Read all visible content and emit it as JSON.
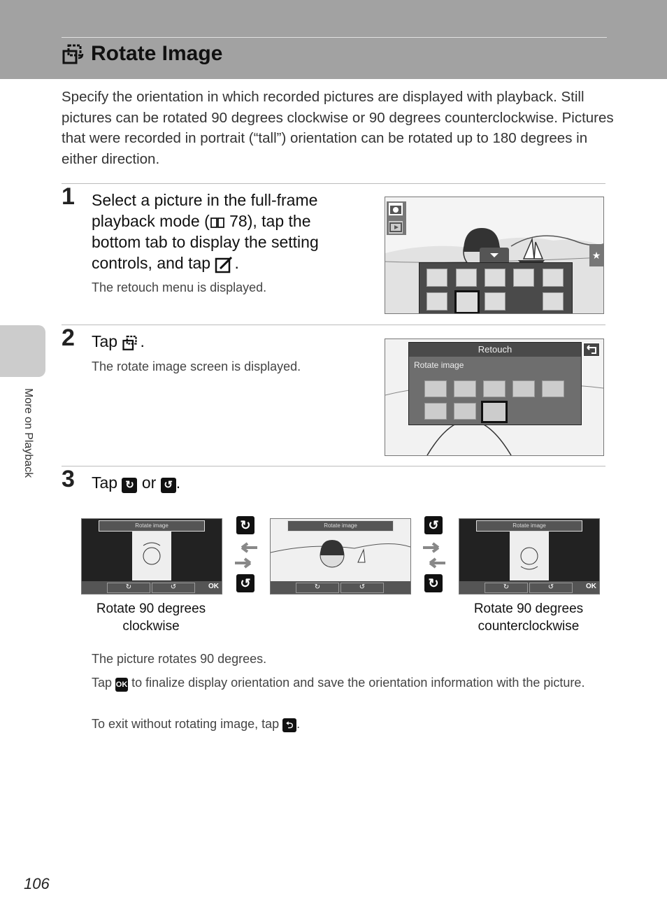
{
  "header": {
    "title": "Rotate Image"
  },
  "intro": "Specify the orientation in which recorded pictures are displayed with playback. Still pictures can be rotated 90 degrees clockwise or 90 degrees counterclockwise. Pictures that were recorded in portrait (“tall”) orientation can be rotated up to 180 degrees in either direction.",
  "step1": {
    "number": "1",
    "line1": "Select a picture in the full-frame",
    "line2a": "playback mode (",
    "line2b": " 78), tap the",
    "line3": "bottom tab to display the setting",
    "line4": "controls, and tap",
    "line4_end": ".",
    "note": "The retouch menu is displayed."
  },
  "step2": {
    "number": "2",
    "tap": "Tap",
    "period": ".",
    "note": "The rotate image screen is displayed.",
    "screen": {
      "title": "Retouch",
      "subtitle": "Rotate image"
    }
  },
  "step3": {
    "number": "3",
    "tap": "Tap",
    "or": "or",
    "period": ".",
    "screen_title": "Rotate image",
    "ok_label": "OK",
    "caption_cw": [
      "Rotate 90 degrees",
      "clockwise"
    ],
    "caption_ccw": [
      "Rotate 90 degrees",
      "counterclockwise"
    ],
    "note1": "The picture rotates 90 degrees.",
    "note2a": "Tap",
    "note2b": "to finalize display orientation and save the orientation information with the picture.",
    "note3a": "To exit without rotating image, tap",
    "note3b": "."
  },
  "side_label": "More on Playback",
  "page_number": "106"
}
